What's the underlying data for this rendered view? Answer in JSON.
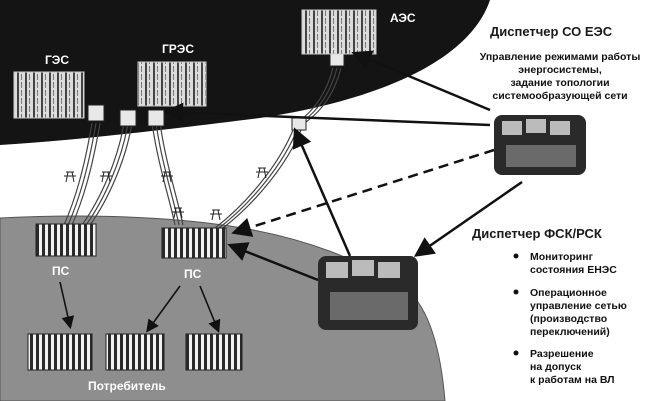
{
  "plants": {
    "ges": "ГЭС",
    "gres": "ГРЭС",
    "aes": "АЭС"
  },
  "so_dispatcher": {
    "title": "Диспетчер СО ЕЭС",
    "desc": [
      "Управление режимами работы",
      "энергосистемы,",
      "задание топологии",
      "системообразующей сети"
    ]
  },
  "fsk_dispatcher": {
    "title": "Диспетчер ФСК/РСК",
    "bullets": [
      [
        "Мониторинг",
        "состояния ЕНЭС"
      ],
      [
        "Операционное",
        "управление сетью",
        "(производство",
        "переключений)"
      ],
      [
        "Разрешение",
        "на допуск",
        "к работам на ВЛ"
      ]
    ]
  },
  "substations": {
    "ps1": "ПС",
    "ps2": "ПС"
  },
  "consumer": "Потребитель"
}
